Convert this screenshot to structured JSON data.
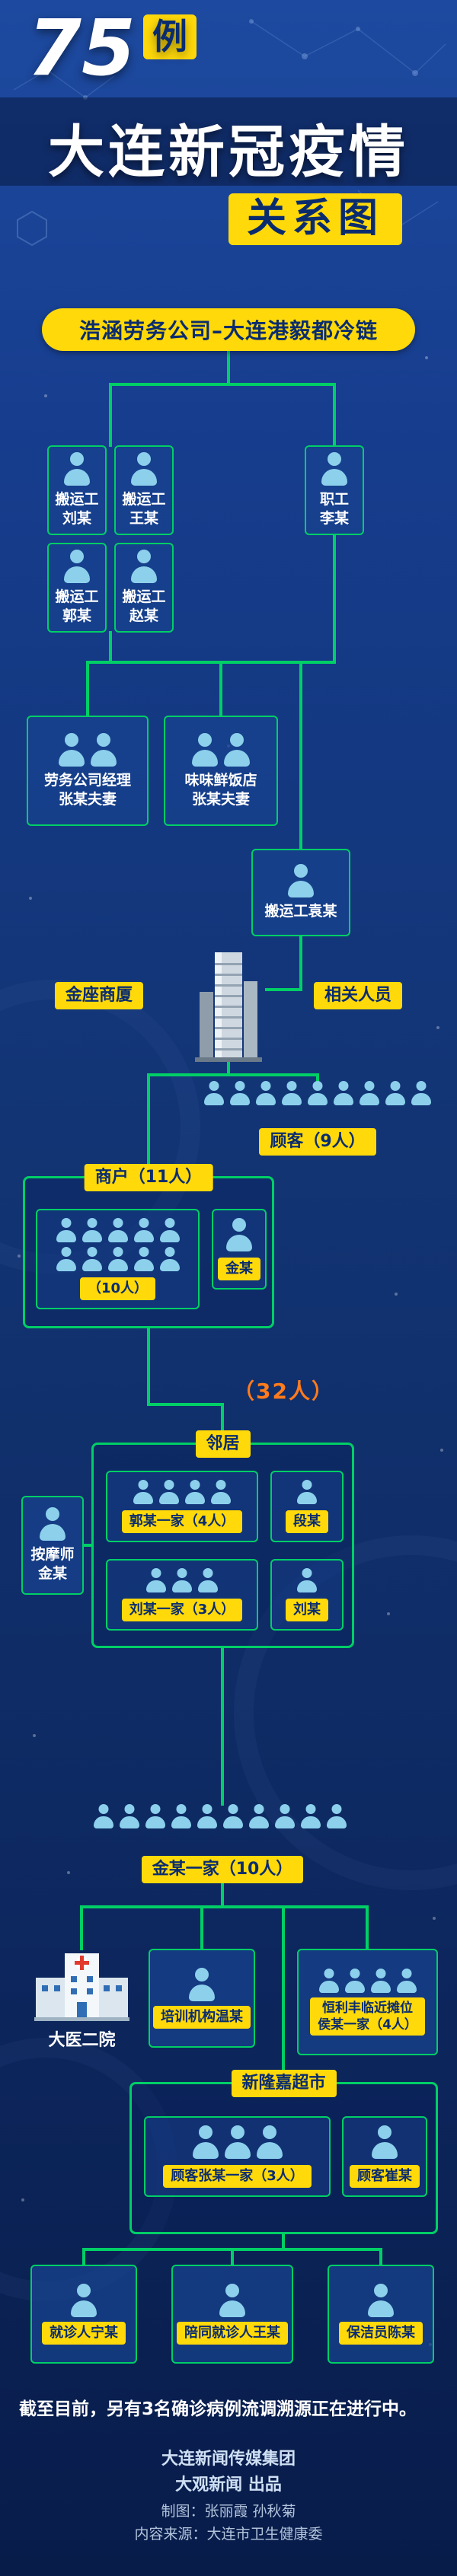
{
  "colors": {
    "background_top": "#1d4aa0",
    "background_bottom": "#081c4a",
    "connector_green": "#00cf66",
    "label_yellow": "#ffd90a",
    "label_text_navy": "#0a2c6e",
    "person_blue": "#8cd0ec",
    "highlight_orange": "#ff7b1c",
    "title_white": "#ffffff"
  },
  "icons": {
    "person": "person-silhouette",
    "building": "office-building",
    "hospital": "hospital-with-red-cross"
  },
  "title": {
    "count": "75",
    "count_unit": "例",
    "line1": "大连新冠疫情",
    "line2": "关系图"
  },
  "company_banner": "浩涵劳务公司–大连港毅都冷链",
  "workers": [
    {
      "role": "搬运工",
      "name": "刘某",
      "icons": 1
    },
    {
      "role": "搬运工",
      "name": "王某",
      "icons": 1
    },
    {
      "role": "搬运工",
      "name": "郭某",
      "icons": 1
    },
    {
      "role": "搬运工",
      "name": "赵某",
      "icons": 1
    }
  ],
  "staff": {
    "role": "职工",
    "name": "李某",
    "icons": 1
  },
  "couples": [
    {
      "line1": "劳务公司经理",
      "line2": "张某夫妻",
      "icons": 2
    },
    {
      "line1": "味味鲜饭店",
      "line2": "张某夫妻",
      "icons": 2
    }
  ],
  "porter_yuan": {
    "label": "搬运工袁某",
    "icons": 1
  },
  "building": {
    "left_label": "金座商厦",
    "right_label": "相关人员"
  },
  "customers": {
    "icons": 9,
    "label": "顾客（9人）"
  },
  "merchants": {
    "title": "商户（11人）",
    "group": {
      "icons": 10,
      "label": "（10人）"
    },
    "single": {
      "icons": 1,
      "label": "金某"
    }
  },
  "bridge": {
    "label": "（32人）"
  },
  "neighbors": {
    "title": "邻居",
    "masseur": {
      "line1": "按摩师",
      "line2": "金某",
      "icons": 1
    },
    "cells": [
      {
        "icons": 4,
        "label": "郭某一家（4人）"
      },
      {
        "icons": 1,
        "label": "段某"
      },
      {
        "icons": 3,
        "label": "刘某一家（3人）"
      },
      {
        "icons": 1,
        "label": "刘某"
      }
    ]
  },
  "jin_family": {
    "icons": 10,
    "label": "金某一家（10人）"
  },
  "branches": {
    "hospital": {
      "label": "大医二院"
    },
    "training": {
      "icons": 1,
      "label": "培训机构温某"
    },
    "stall": {
      "icons": 4,
      "line1": "恒利丰临近摊位",
      "line2": "侯某一家（4人）"
    }
  },
  "supermarket": {
    "title": "新隆嘉超市",
    "cells": [
      {
        "icons": 3,
        "label": "顾客张某一家（3人）"
      },
      {
        "icons": 1,
        "label": "顾客崔某"
      }
    ]
  },
  "bottom_cases": [
    {
      "icons": 1,
      "label": "就诊人宁某"
    },
    {
      "icons": 1,
      "label": "陪同就诊人王某"
    },
    {
      "icons": 1,
      "label": "保洁员陈某"
    }
  ],
  "closing_note": "截至目前，另有3名确诊病例流调溯源正在进行中。",
  "footer": {
    "line1": "大连新闻传媒集团",
    "line2": "大观新闻 出品",
    "line3": "制图：张丽霞 孙秋菊",
    "line4": "内容来源：大连市卫生健康委"
  }
}
